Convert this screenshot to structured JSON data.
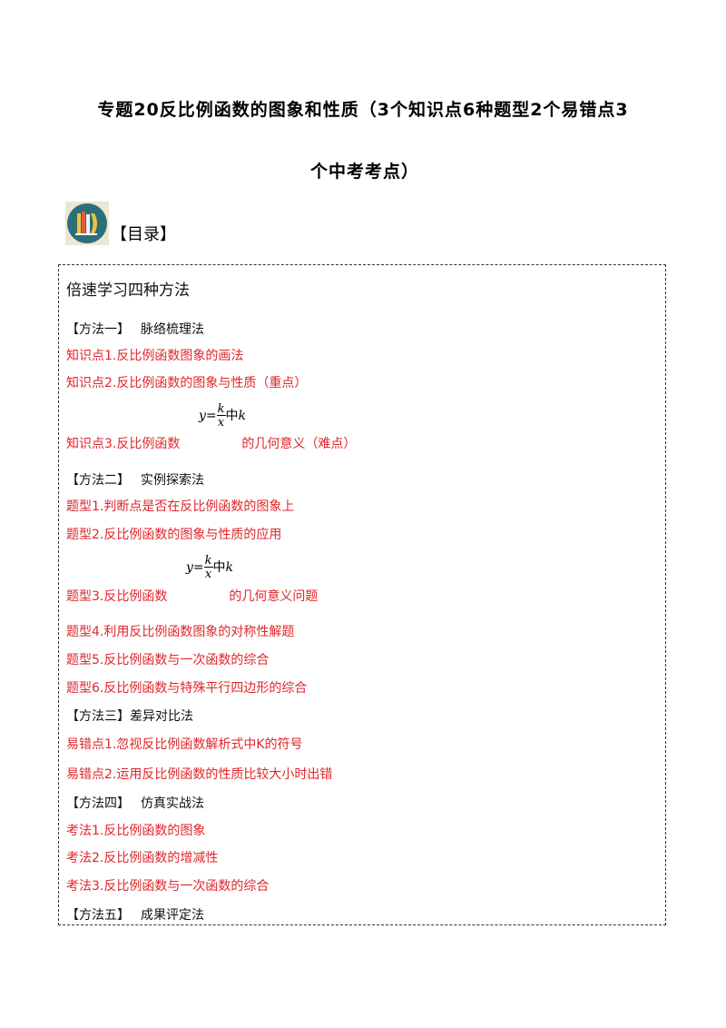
{
  "title": {
    "line1": "专题20反比例函数的图象和性质（3个知识点6种题型2个易错点3",
    "line2": "个中考考点）"
  },
  "toc": {
    "heading": "【目录】",
    "box_title": "倍速学习四种方法",
    "items": [
      {
        "tag": "【方法一】",
        "name": "脉络梳理法"
      },
      {
        "text": "知识点1.反比例函数图象的画法"
      },
      {
        "text": "知识点2.反比例函数的图象与性质（重点）"
      },
      {
        "before": "知识点3.反比例函数",
        "after": "的几何意义（难点）"
      },
      {
        "tag": "【方法二】",
        "name": "实例探索法"
      },
      {
        "text": "题型1.判断点是否在反比例函数的图象上"
      },
      {
        "text": "题型2.反比例函数的图象与性质的应用"
      },
      {
        "before": "题型3.反比例函数",
        "after": "的几何意义问题"
      },
      {
        "text": "题型4.利用反比例函数图象的对称性解题"
      },
      {
        "text": "题型5.反比例函数与一次函数的综合"
      },
      {
        "text": "题型6.反比例函数与特殊平行四边形的综合"
      },
      {
        "tag": "【方法三】",
        "name": "差异对比法"
      },
      {
        "text": "易错点1.忽视反比例函数解析式中K的符号"
      },
      {
        "text": "易错点2.运用反比例函数的性质比较大小时出错"
      },
      {
        "tag": "【方法四】",
        "name": "仿真实战法"
      },
      {
        "text": "考法1.反比例函数的图象"
      },
      {
        "text": "考法2.反比例函数的增减性"
      },
      {
        "text": "考法3.反比例函数与一次函数的综合"
      },
      {
        "tag": "【方法五】",
        "name": "成果评定法"
      }
    ]
  },
  "formula1": {
    "y": "y",
    "eq": "=",
    "num": "k",
    "den": "x",
    "tail": "中",
    "k": "k"
  },
  "formula2": {
    "y": "y",
    "eq": "=",
    "num": "k",
    "den": "x",
    "tail": "中",
    "k": "k"
  },
  "colors": {
    "accent_red": "#e0262b",
    "logo_bg": "#2b6f7a"
  }
}
